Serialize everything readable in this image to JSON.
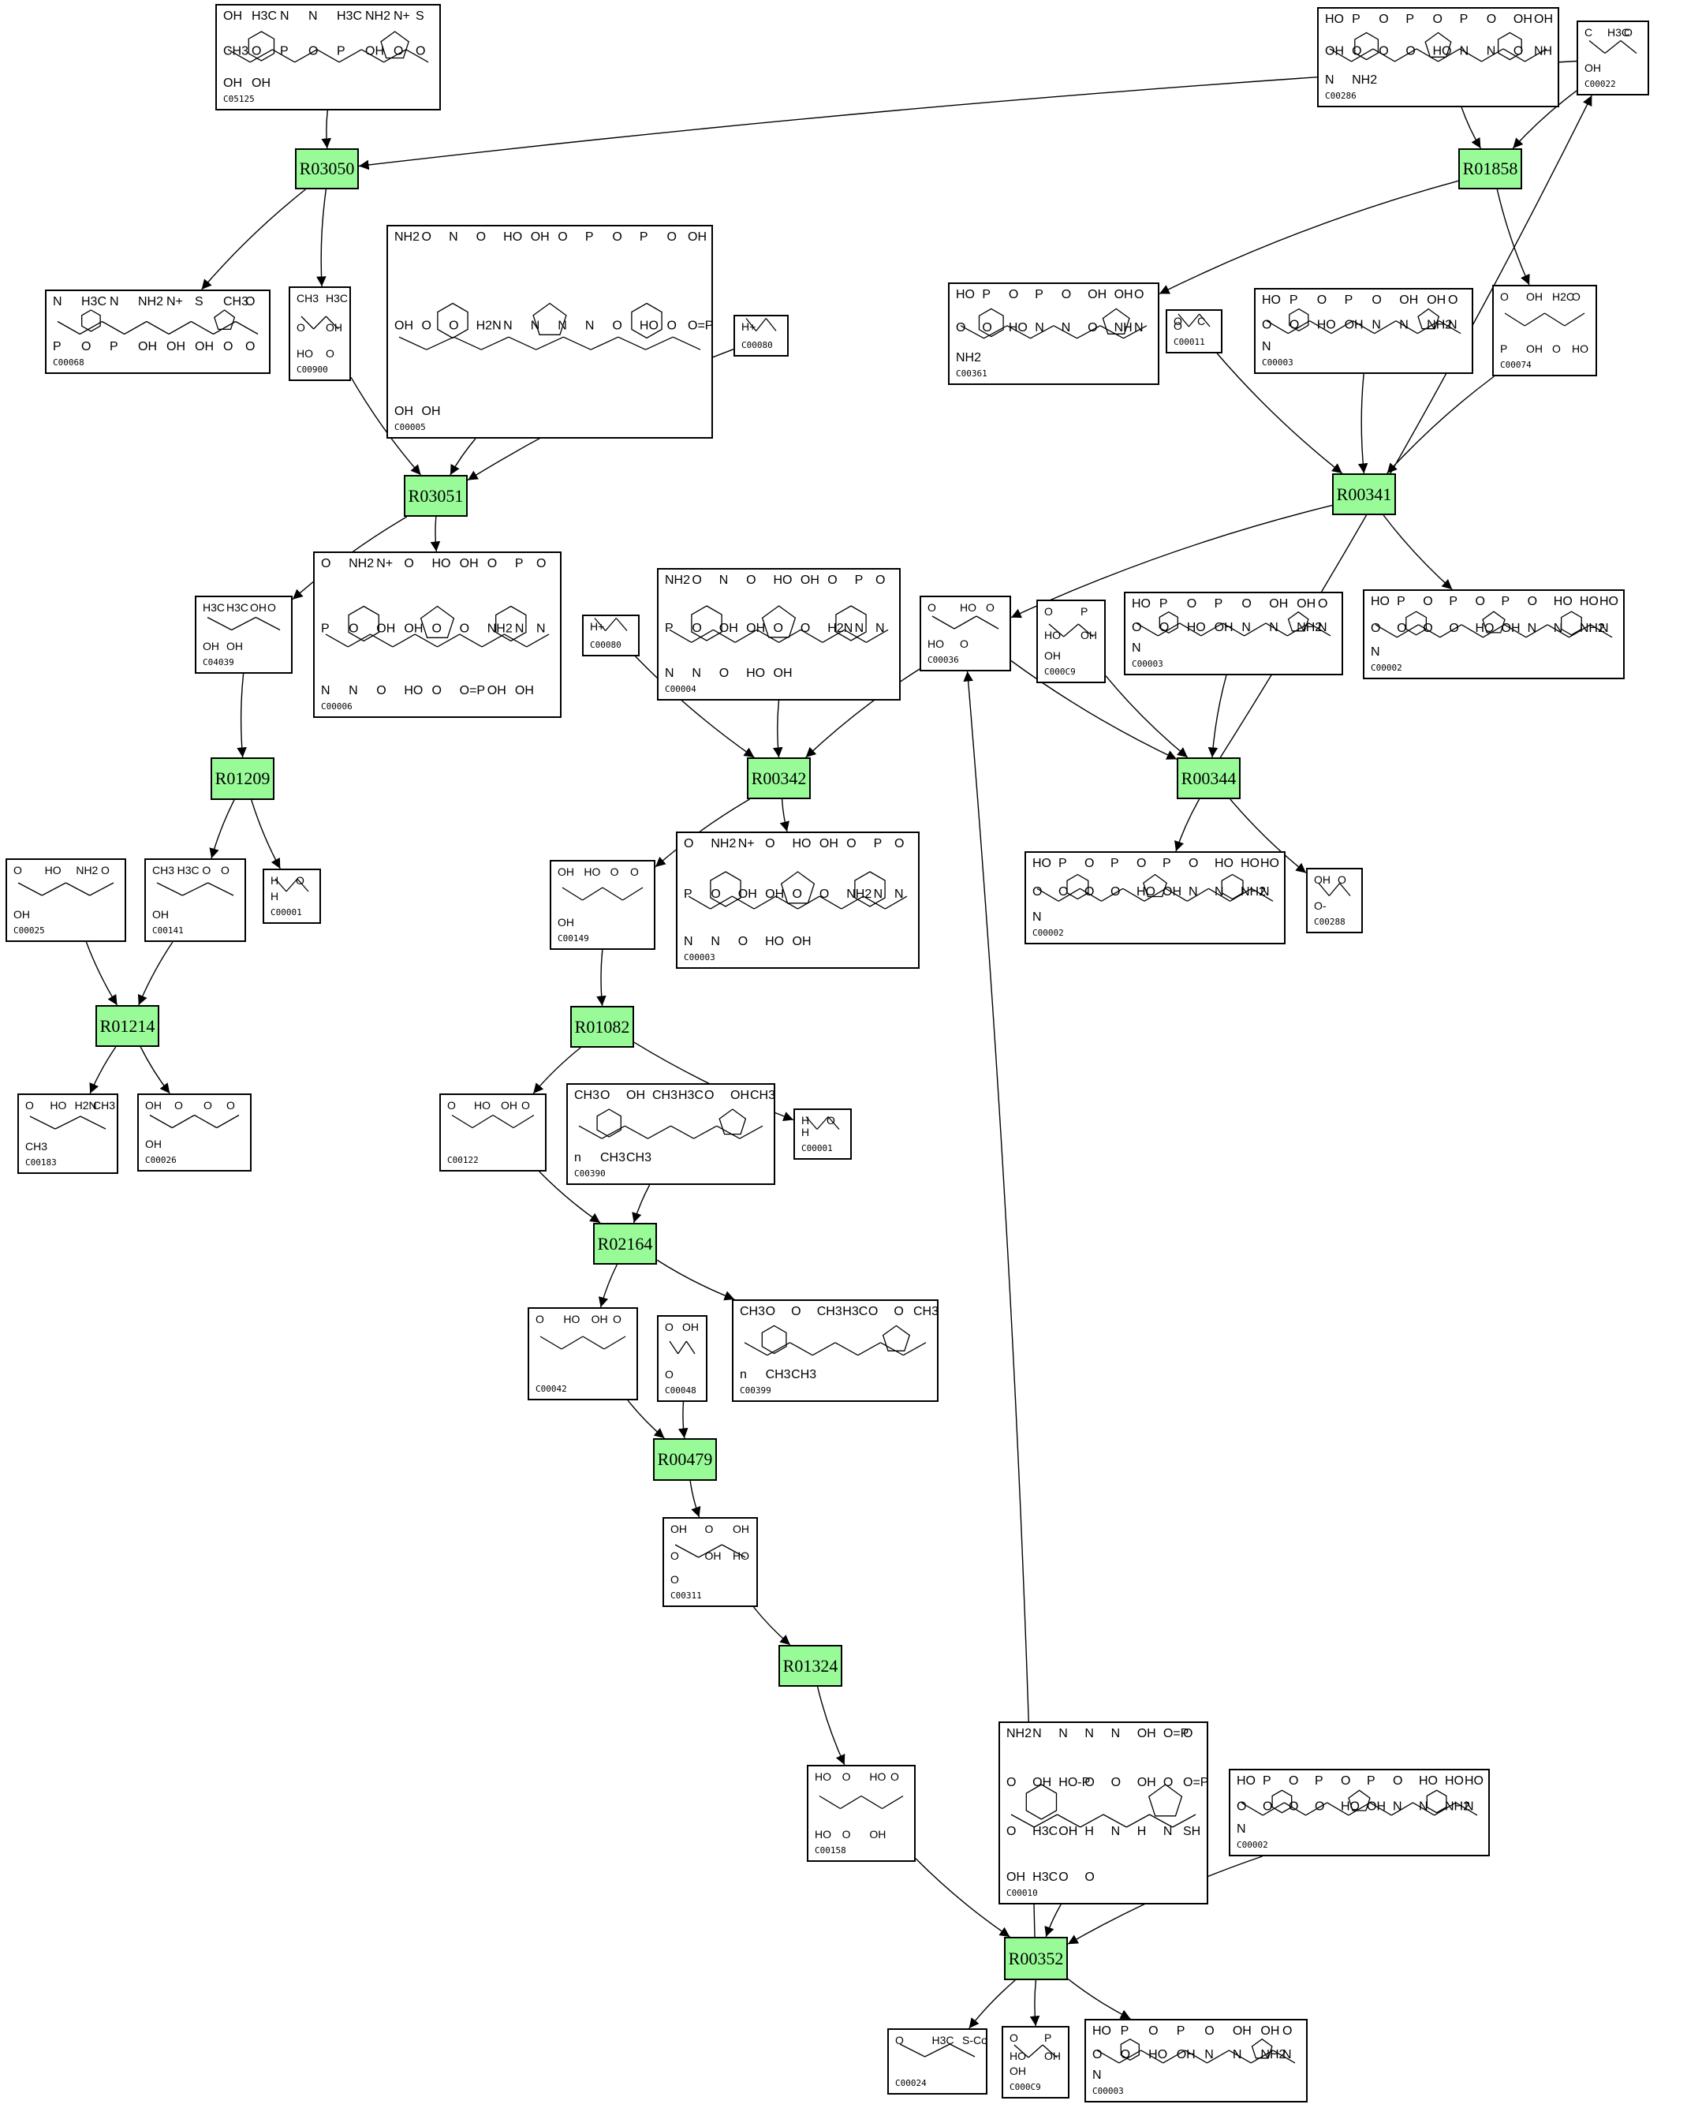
{
  "diagram": {
    "title": "",
    "reaction_color": "#98fb98",
    "reactions": [
      {
        "id": "R03050"
      },
      {
        "id": "R01858"
      },
      {
        "id": "R03051"
      },
      {
        "id": "R00341"
      },
      {
        "id": "R01209"
      },
      {
        "id": "R00342"
      },
      {
        "id": "R00344"
      },
      {
        "id": "R01214"
      },
      {
        "id": "R01082"
      },
      {
        "id": "R02164"
      },
      {
        "id": "R00479"
      },
      {
        "id": "R01324"
      },
      {
        "id": "R00352"
      }
    ],
    "compounds": [
      {
        "key": "c05125",
        "id": "C05125",
        "atoms": [
          "OH",
          "H3C",
          "N",
          "N",
          "H3C",
          "NH2",
          "N+",
          "S",
          "CH3",
          "O",
          "P",
          "O",
          "P",
          "OH",
          "O",
          "O",
          "OH",
          "OH"
        ]
      },
      {
        "key": "c00286",
        "id": "C00286",
        "atoms": [
          "HO",
          "P",
          "O",
          "P",
          "O",
          "P",
          "O",
          "OH",
          "OH",
          "OH",
          "O",
          "O",
          "O",
          "HO",
          "N",
          "N",
          "O",
          "NH",
          "N",
          "NH2"
        ]
      },
      {
        "key": "c00022",
        "id": "C00022",
        "atoms": [
          "C",
          "H3C",
          "O",
          "OH"
        ]
      },
      {
        "key": "c00068",
        "id": "C00068",
        "atoms": [
          "N",
          "H3C",
          "N",
          "NH2",
          "N+",
          "S",
          "CH3",
          "O",
          "P",
          "O",
          "P",
          "OH",
          "OH",
          "OH",
          "O",
          "O"
        ]
      },
      {
        "key": "c00900",
        "id": "C00900",
        "atoms": [
          "CH3",
          "H3C",
          "O",
          "OH",
          "HO",
          "O"
        ]
      },
      {
        "key": "c00005",
        "id": "C00005",
        "atoms": [
          "NH2",
          "O",
          "N",
          "O",
          "HO",
          "OH",
          "O",
          "P",
          "O",
          "P",
          "O",
          "OH",
          "OH",
          "O",
          "O",
          "H2N",
          "N",
          "N",
          "N",
          "N",
          "O",
          "HO",
          "O",
          "O=P",
          "OH",
          "OH"
        ]
      },
      {
        "key": "c00080a",
        "id": "C00080",
        "atoms": [
          "H+"
        ]
      },
      {
        "key": "c00361",
        "id": "C00361",
        "atoms": [
          "HO",
          "P",
          "O",
          "P",
          "O",
          "OH",
          "OH",
          "O",
          "O",
          "O",
          "HO",
          "N",
          "N",
          "O",
          "NH",
          "N",
          "NH2"
        ]
      },
      {
        "key": "c00011",
        "id": "C00011",
        "atoms": [
          "O",
          "C",
          "O"
        ]
      },
      {
        "key": "c00003a",
        "id": "C00003",
        "atoms": [
          "HO",
          "P",
          "O",
          "P",
          "O",
          "OH",
          "OH",
          "O",
          "O",
          "O",
          "HO",
          "OH",
          "N",
          "N",
          "NH2",
          "N",
          "N"
        ]
      },
      {
        "key": "c00074",
        "id": "C00074",
        "atoms": [
          "O",
          "OH",
          "H2C",
          "O",
          "P",
          "OH",
          "O",
          "HO"
        ]
      },
      {
        "key": "c00006",
        "id": "C00006",
        "atoms": [
          "O",
          "NH2",
          "N+",
          "O",
          "HO",
          "OH",
          "O",
          "P",
          "O",
          "P",
          "O",
          "OH",
          "OH",
          "O",
          "O",
          "NH2",
          "N",
          "N",
          "N",
          "N",
          "O",
          "HO",
          "O",
          "O=P",
          "OH",
          "OH"
        ]
      },
      {
        "key": "c04039",
        "id": "C04039",
        "atoms": [
          "H3C",
          "H3C",
          "OH",
          "O",
          "OH",
          "OH"
        ]
      },
      {
        "key": "c00080b",
        "id": "C00080",
        "atoms": [
          "H+"
        ]
      },
      {
        "key": "c00004",
        "id": "C00004",
        "atoms": [
          "NH2",
          "O",
          "N",
          "O",
          "HO",
          "OH",
          "O",
          "P",
          "O",
          "P",
          "O",
          "OH",
          "OH",
          "O",
          "O",
          "H2N",
          "N",
          "N",
          "N",
          "N",
          "O",
          "HO",
          "OH"
        ]
      },
      {
        "key": "c00036",
        "id": "C00036",
        "atoms": [
          "O",
          "HO",
          "O",
          "HO",
          "O"
        ]
      },
      {
        "key": "c00009a",
        "id": "C000C9",
        "atoms": [
          "O",
          "P",
          "HO",
          "OH",
          "OH"
        ]
      },
      {
        "key": "c00003b",
        "id": "C00003",
        "atoms": [
          "HO",
          "P",
          "O",
          "P",
          "O",
          "OH",
          "OH",
          "O",
          "O",
          "O",
          "HO",
          "OH",
          "N",
          "N",
          "NH2",
          "N",
          "N"
        ]
      },
      {
        "key": "c00002a",
        "id": "C00002",
        "atoms": [
          "HO",
          "P",
          "O",
          "P",
          "O",
          "P",
          "O",
          "HO",
          "HO",
          "HO",
          "O",
          "O",
          "O",
          "O",
          "HO",
          "OH",
          "N",
          "N",
          "NH2",
          "N",
          "N"
        ]
      },
      {
        "key": "c00025",
        "id": "C00025",
        "atoms": [
          "O",
          "HO",
          "NH2",
          "O",
          "OH"
        ]
      },
      {
        "key": "c00141",
        "id": "C00141",
        "atoms": [
          "CH3",
          "H3C",
          "O",
          "O",
          "OH"
        ]
      },
      {
        "key": "c00001a",
        "id": "C00001",
        "atoms": [
          "H",
          "O",
          "H"
        ]
      },
      {
        "key": "c00149",
        "id": "C00149",
        "atoms": [
          "OH",
          "HO",
          "O",
          "O",
          "OH"
        ]
      },
      {
        "key": "c00003nad",
        "id": "C00003",
        "atoms": [
          "O",
          "NH2",
          "N+",
          "O",
          "HO",
          "OH",
          "O",
          "P",
          "O",
          "P",
          "O",
          "OH",
          "OH",
          "O",
          "O",
          "NH2",
          "N",
          "N",
          "N",
          "N",
          "O",
          "HO",
          "OH"
        ]
      },
      {
        "key": "c00002b",
        "id": "C00002",
        "atoms": [
          "HO",
          "P",
          "O",
          "P",
          "O",
          "P",
          "O",
          "HO",
          "HO",
          "HO",
          "O",
          "O",
          "O",
          "O",
          "HO",
          "OH",
          "N",
          "N",
          "NH2",
          "N",
          "N"
        ]
      },
      {
        "key": "c00288",
        "id": "C00288",
        "atoms": [
          "OH",
          "O",
          "O-"
        ]
      },
      {
        "key": "c00183",
        "id": "C00183",
        "atoms": [
          "O",
          "HO",
          "H2N",
          "CH3",
          "CH3"
        ]
      },
      {
        "key": "c00026",
        "id": "C00026",
        "atoms": [
          "OH",
          "O",
          "O",
          "O",
          "OH"
        ]
      },
      {
        "key": "c00122",
        "id": "C00122",
        "atoms": [
          "O",
          "HO",
          "OH",
          "O"
        ]
      },
      {
        "key": "c00390",
        "id": "C00390",
        "atoms": [
          "CH3",
          "O",
          "OH",
          "CH3",
          "H3C",
          "O",
          "OH",
          "CH3",
          "n",
          "CH3",
          "CH3"
        ]
      },
      {
        "key": "c00001b",
        "id": "C00001",
        "atoms": [
          "H",
          "O",
          "H"
        ]
      },
      {
        "key": "c00042",
        "id": "C00042",
        "atoms": [
          "O",
          "HO",
          "OH",
          "O"
        ]
      },
      {
        "key": "c00048",
        "id": "C00048",
        "atoms": [
          "O",
          "OH",
          "O"
        ]
      },
      {
        "key": "c00399",
        "id": "C00399",
        "atoms": [
          "CH3",
          "O",
          "O",
          "CH3",
          "H3C",
          "O",
          "O",
          "CH3",
          "n",
          "CH3",
          "CH3"
        ]
      },
      {
        "key": "c00311",
        "id": "C00311",
        "atoms": [
          "OH",
          "O",
          "OH",
          "O",
          "OH",
          "HO",
          "O"
        ]
      },
      {
        "key": "c00158",
        "id": "C00158",
        "atoms": [
          "HO",
          "O",
          "HO",
          "O",
          "HO",
          "O",
          "OH"
        ]
      },
      {
        "key": "c00010",
        "id": "C00010",
        "atoms": [
          "NH2",
          "N",
          "N",
          "N",
          "N",
          "OH",
          "O=P",
          "O",
          "O",
          "OH",
          "HO-P",
          "O",
          "O",
          "OH",
          "O",
          "O=P",
          "O",
          "H3C",
          "OH",
          "H",
          "N",
          "H",
          "N",
          "SH",
          "OH",
          "H3C",
          "O",
          "O"
        ]
      },
      {
        "key": "c00002c",
        "id": "C00002",
        "atoms": [
          "HO",
          "P",
          "O",
          "P",
          "O",
          "P",
          "O",
          "HO",
          "HO",
          "HO",
          "O",
          "O",
          "O",
          "O",
          "HO",
          "OH",
          "N",
          "N",
          "NH2",
          "N",
          "N"
        ]
      },
      {
        "key": "c00024",
        "id": "C00024",
        "atoms": [
          "O",
          "H3C",
          "S-CoA"
        ]
      },
      {
        "key": "c00009b",
        "id": "C000C9",
        "atoms": [
          "O",
          "P",
          "HO",
          "OH",
          "OH"
        ]
      },
      {
        "key": "c00003c",
        "id": "C00003",
        "atoms": [
          "HO",
          "P",
          "O",
          "P",
          "O",
          "OH",
          "OH",
          "O",
          "O",
          "O",
          "HO",
          "OH",
          "N",
          "N",
          "NH2",
          "N",
          "N"
        ]
      }
    ],
    "edges": [
      [
        "c05125",
        "R03050"
      ],
      [
        "c00022",
        "R03050"
      ],
      [
        "R03050",
        "c00068"
      ],
      [
        "R03050",
        "c00900"
      ],
      [
        "c00286",
        "R01858"
      ],
      [
        "c00022",
        "R01858"
      ],
      [
        "R01858",
        "c00361"
      ],
      [
        "R01858",
        "c00074"
      ],
      [
        "c00900",
        "R03051"
      ],
      [
        "c00005",
        "R03051"
      ],
      [
        "c00080a",
        "R03051"
      ],
      [
        "R03051",
        "c00006"
      ],
      [
        "R03051",
        "c04039"
      ],
      [
        "c00011",
        "R00341"
      ],
      [
        "c00003a",
        "R00341"
      ],
      [
        "c00074",
        "R00341"
      ],
      [
        "R00341",
        "c00036"
      ],
      [
        "R00341",
        "c00002a"
      ],
      [
        "c04039",
        "R01209"
      ],
      [
        "R01209",
        "c00141"
      ],
      [
        "R01209",
        "c00001a"
      ],
      [
        "c00080b",
        "R00342"
      ],
      [
        "c00004",
        "R00342"
      ],
      [
        "c00036",
        "R00342"
      ],
      [
        "R00342",
        "c00149"
      ],
      [
        "R00342",
        "c00003nad"
      ],
      [
        "c00036",
        "R00344"
      ],
      [
        "c00009a",
        "R00344"
      ],
      [
        "c00003b",
        "R00344"
      ],
      [
        "R00344",
        "c00002b"
      ],
      [
        "R00344",
        "c00288"
      ],
      [
        "R00344",
        "c00022"
      ],
      [
        "c00025",
        "R01214"
      ],
      [
        "c00141",
        "R01214"
      ],
      [
        "R01214",
        "c00183"
      ],
      [
        "R01214",
        "c00026"
      ],
      [
        "c00149",
        "R01082"
      ],
      [
        "R01082",
        "c00122"
      ],
      [
        "R01082",
        "c00001b"
      ],
      [
        "c00122",
        "R02164"
      ],
      [
        "c00390",
        "R02164"
      ],
      [
        "R02164",
        "c00042"
      ],
      [
        "R02164",
        "c00399"
      ],
      [
        "c00042",
        "R00479"
      ],
      [
        "c00048",
        "R00479"
      ],
      [
        "R00479",
        "c00311"
      ],
      [
        "c00311",
        "R01324"
      ],
      [
        "R01324",
        "c00158"
      ],
      [
        "c00158",
        "R00352"
      ],
      [
        "c00010",
        "R00352"
      ],
      [
        "c00002c",
        "R00352"
      ],
      [
        "R00352",
        "c00036"
      ],
      [
        "R00352",
        "c00024"
      ],
      [
        "R00352",
        "c00009b"
      ],
      [
        "R00352",
        "c00003c"
      ]
    ]
  }
}
